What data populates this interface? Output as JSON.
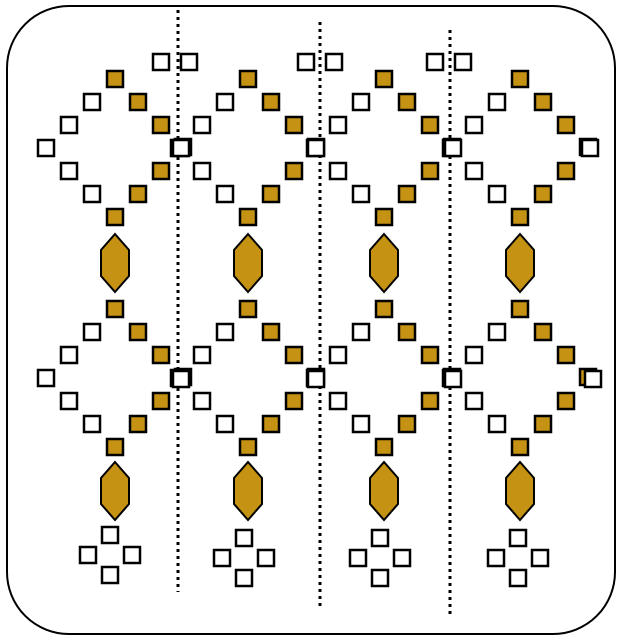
{
  "colors": {
    "background": "#ffffff",
    "outline": "#000000",
    "gold_bead": "#c69214",
    "white_bead": "#ffffff"
  },
  "pattern": {
    "columns": 4,
    "diamond_rows": 2,
    "column_dividers": 3,
    "bead_types": [
      "gold-square-bead",
      "white-square-bead",
      "gold-hexagon-bead"
    ]
  }
}
